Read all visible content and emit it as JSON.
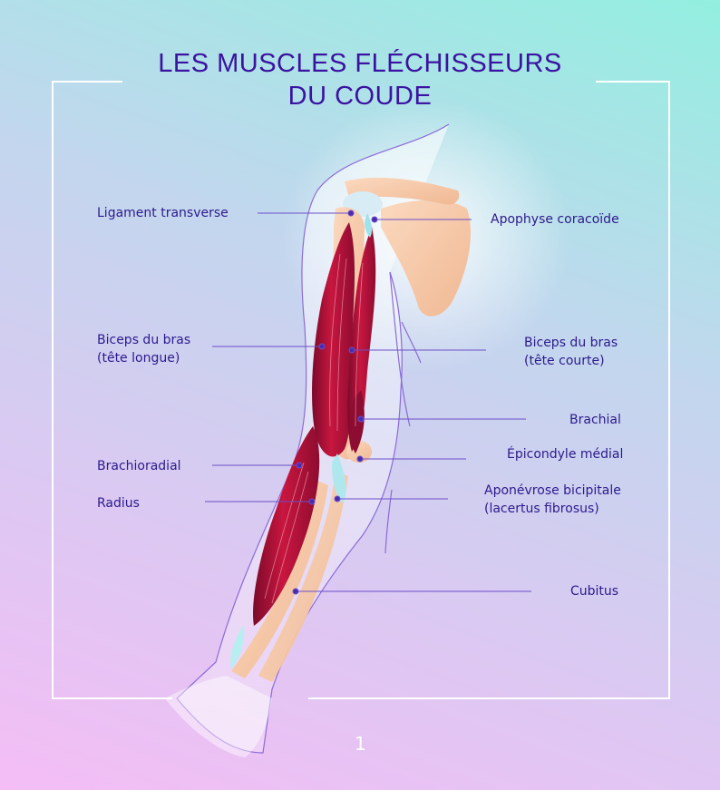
{
  "title": {
    "line1": "LES MUSCLES FLÉCHISSEURS",
    "line2": "DU COUDE"
  },
  "labels": {
    "ligament_transverse": "Ligament transverse",
    "apophyse_coracoide": "Apophyse coracoïde",
    "biceps_longue_1": "Biceps du bras",
    "biceps_longue_2": "(tête longue)",
    "biceps_courte_1": "Biceps du bras",
    "biceps_courte_2": "(tête courte)",
    "brachial": "Brachial",
    "epicondyle": "Épicondyle médial",
    "brachioradial": "Brachioradial",
    "aponevrose_1": "Aponévrose bicipitale",
    "aponevrose_2": "(lacertus fibrosus)",
    "radius": "Radius",
    "cubitus": "Cubitus"
  },
  "page_number": "1",
  "colors": {
    "title": "#3a13a0",
    "label": "#2c1a8c",
    "leader": "#6b4fc8",
    "muscle": "#b3123c",
    "bone": "#f7c8a8",
    "tendon": "#9fe3ea"
  }
}
